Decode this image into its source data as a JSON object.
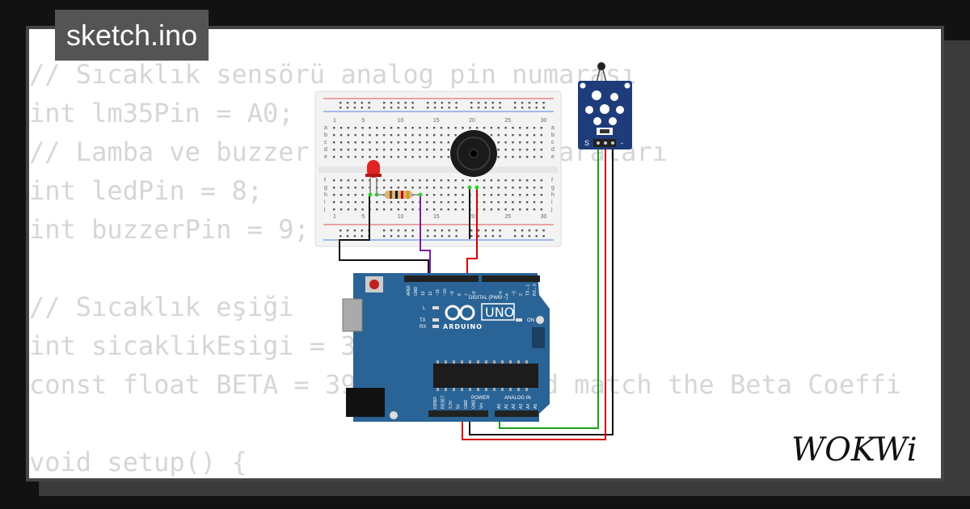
{
  "file_tab": {
    "label": "sketch.ino"
  },
  "code_lines": [
    "// Sıcaklık sensörü analog pin numarası",
    "int lm35Pin = A0;",
    "// Lamba ve buzzer dijital pin numaraları",
    "int ledPin = 8;",
    "int buzzerPin = 9;",
    "",
    "// Sıcaklık eşiği",
    "int sicaklikEsigi = 30;",
    "const float BETA = 3950; // should match the Beta Coeffi",
    "",
    "void setup() {"
  ],
  "breadboard": {
    "column_numbers": [
      "1",
      "5",
      "10",
      "15",
      "20",
      "25",
      "30"
    ],
    "row_letters_top": [
      "a",
      "b",
      "c",
      "d",
      "e"
    ],
    "row_letters_bottom": [
      "f",
      "g",
      "h",
      "i",
      "j"
    ]
  },
  "arduino": {
    "model_label": "UNO",
    "brand_label": "ARDUINO",
    "digital_label": "DIGITAL (PWM ~)",
    "power_label": "POWER",
    "analog_label": "ANALOG IN",
    "on_label": "ON",
    "l_label": "L",
    "tx_label": "TX",
    "rx_label": "RX",
    "digital_pins": [
      "AREF",
      "GND",
      "13",
      "12",
      "~11",
      "~10",
      "~9",
      "8",
      "7",
      "~6",
      "~5",
      "4",
      "~3",
      "2",
      "TX→1",
      "RX←0"
    ],
    "power_pins": [
      "IOREF",
      "RESET",
      "3.3V",
      "5V",
      "GND",
      "GND",
      "Vin"
    ],
    "analog_pins": [
      "A0",
      "A1",
      "A2",
      "A3",
      "A4",
      "A5"
    ]
  },
  "sensor_module": {
    "pin_s": "S",
    "pin_minus": "-"
  },
  "brand_logo": {
    "text": "WOKWi"
  },
  "colors": {
    "board_blue": "#2a6496",
    "wire_red": "#d40000",
    "wire_black": "#111111",
    "wire_green": "#1a9e1a",
    "wire_purple": "#7b1fa2",
    "code_text": "#d6d6d6",
    "tab_bg": "#545454"
  }
}
